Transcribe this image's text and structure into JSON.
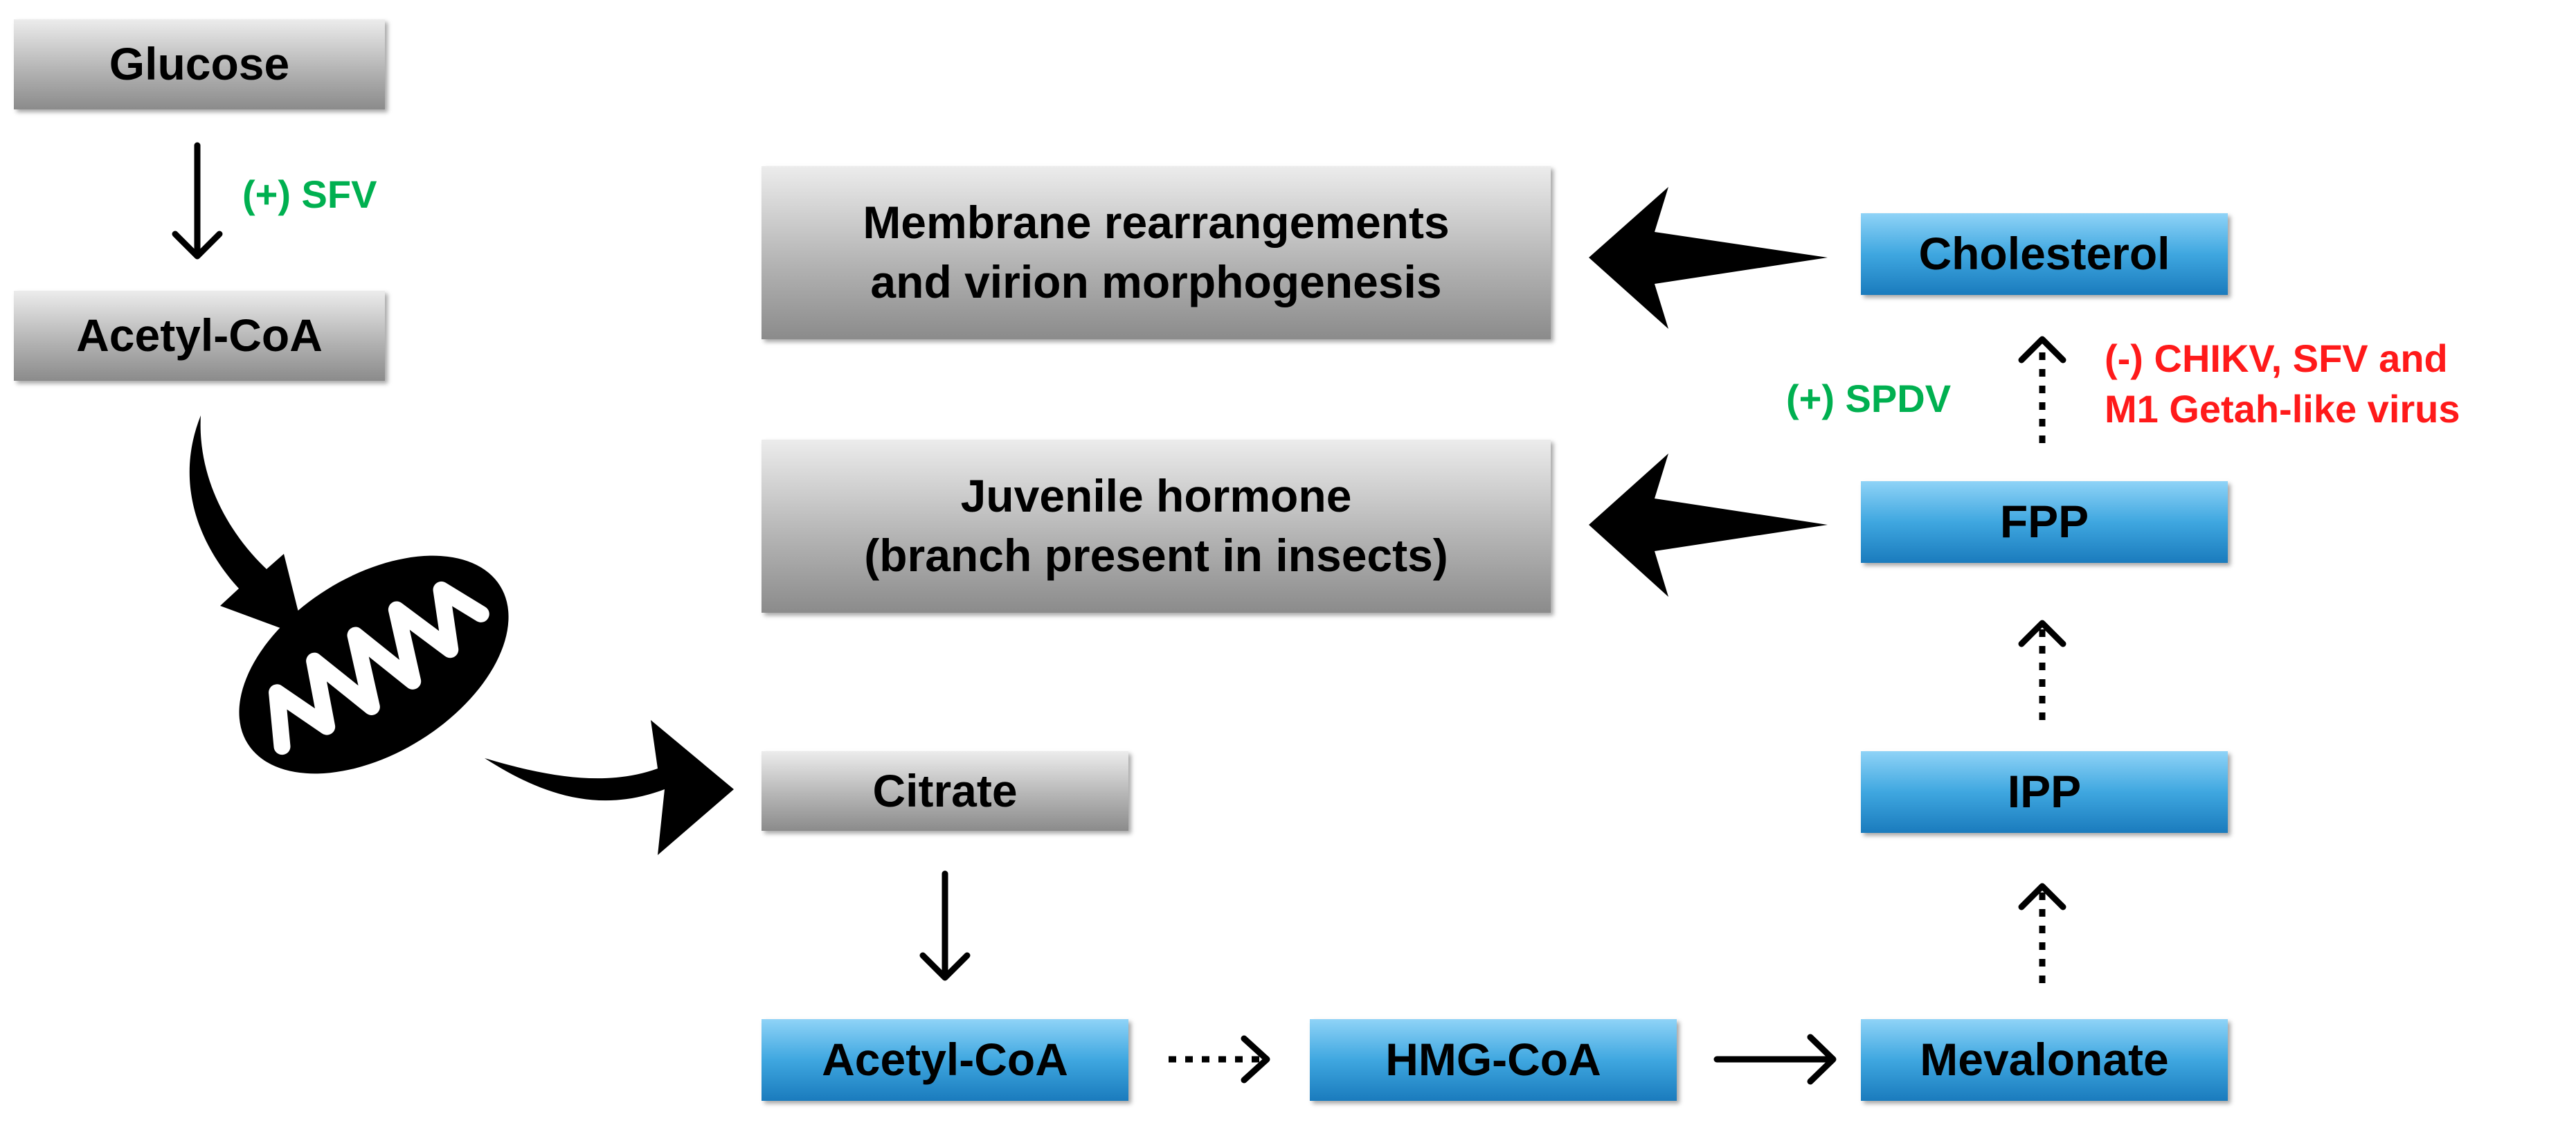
{
  "nodes": {
    "glucose": "Glucose",
    "acetyl_coa_top": "Acetyl-CoA",
    "membrane": [
      "Membrane rearrangements",
      "and virion morphogenesis"
    ],
    "juvenile": [
      "Juvenile hormone",
      "(branch present in insects)"
    ],
    "citrate": "Citrate",
    "acetyl_coa_bottom": "Acetyl-CoA",
    "hmg_coa": "HMG-CoA",
    "mevalonate": "Mevalonate",
    "ipp": "IPP",
    "fpp": "FPP",
    "cholesterol": "Cholesterol"
  },
  "annotations": {
    "glucose_step": "(+) SFV",
    "fpp_step_plus": "(+) SPDV",
    "fpp_step_minus": [
      "(-) CHIKV, SFV and",
      "M1 Getah-like virus"
    ]
  },
  "colors": {
    "positive_effect": "#00b050",
    "negative_effect": "#ff1a1a",
    "host_box": "#a6a6a6",
    "pathway_box": "#3fa7e0"
  }
}
